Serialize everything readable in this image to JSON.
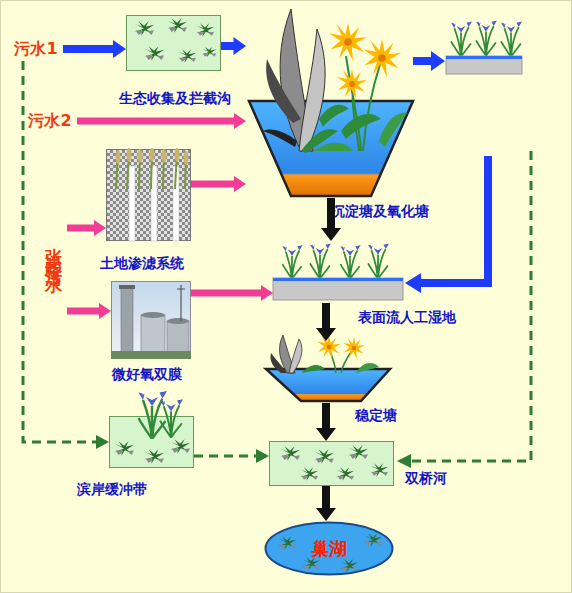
{
  "diagram": {
    "nodes": [
      {
        "text": [
          "污水1"
        ]
      },
      {
        "text": [
          "生态收集及拦截沟"
        ]
      },
      {
        "text": [
          "污水2"
        ]
      },
      {
        "text": [
          "沉淀塘及氧化塘"
        ]
      },
      {
        "text": [
          "张岗桥污水3"
        ]
      },
      {
        "text": [
          "土地渗滤系统"
        ]
      },
      {
        "text": [
          "表面流人工湿地"
        ]
      },
      {
        "text": [
          "微好氧双膜"
        ]
      },
      {
        "text": [
          "稳定塘"
        ]
      },
      {
        "text": [
          "滨岸缓冲带"
        ]
      },
      {
        "text": [
          "双桥河"
        ]
      },
      {
        "text": [
          "巢湖"
        ]
      }
    ],
    "edges": [
      {
        "from": 0,
        "to": 1,
        "arrow": "to"
      },
      {
        "from": 1,
        "to": 3,
        "arrow": "to"
      },
      {
        "from": 2,
        "to": 3,
        "arrow": "to"
      },
      {
        "from": 4,
        "to": 5,
        "arrow": "to"
      },
      {
        "from": 4,
        "to": 7,
        "arrow": "to"
      },
      {
        "from": 5,
        "to": 3,
        "arrow": "to"
      },
      {
        "from": 7,
        "to": 6,
        "arrow": "to"
      },
      {
        "from": 3,
        "to": 6,
        "arrow": "to"
      },
      {
        "from": 6,
        "to": 8,
        "arrow": "to"
      },
      {
        "from": 8,
        "to": 10,
        "arrow": "to"
      },
      {
        "from": 10,
        "to": 11,
        "arrow": "to"
      },
      {
        "from": 0,
        "to": 9,
        "arrow": "to"
      },
      {
        "from": 9,
        "to": 10,
        "arrow": "to"
      }
    ]
  }
}
